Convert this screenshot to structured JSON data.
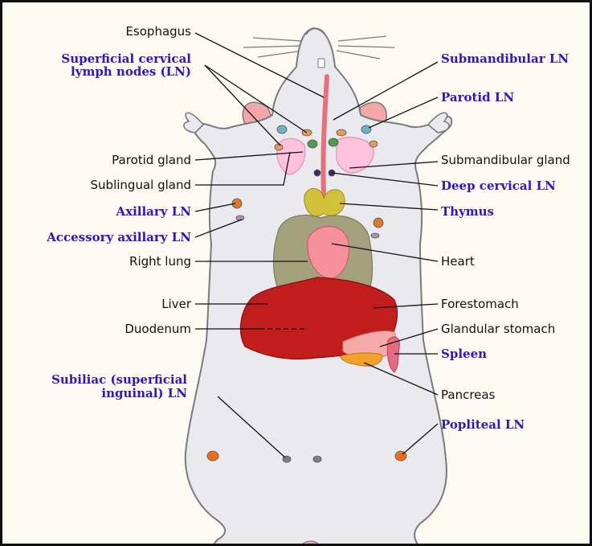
{
  "colors": {
    "background": "#fcfbf2",
    "body_fill": "#e9e9ee",
    "body_outline": "#7a7a80",
    "lymph_node_label": "#2b16c9",
    "organ_label": "#111111",
    "lung": "#a3a27d",
    "heart": "#f7909a",
    "liver": "#c21d1d",
    "stomach": "#f5a9a9",
    "spleen": "#e56a80",
    "pancreas": "#f2a12a",
    "thymus": "#d2c23a",
    "esophagus": "#e9707a",
    "glands": "#ffc2dd"
  },
  "labels": {
    "esophagus": "Esophagus",
    "superficial_cervical_ln": "Superficial cervical lymph nodes (LN)",
    "superficial_cervical_ln_line1": "Superficial cervical",
    "superficial_cervical_ln_line2": "lymph nodes (LN)",
    "submandibular_ln": "Submandibular LN",
    "parotid_ln": "Parotid LN",
    "parotid_gland": "Parotid gland",
    "submandibular_gland": "Submandibular gland",
    "sublingual_gland": "Sublingual gland",
    "deep_cervical_ln": "Deep cervical LN",
    "axillary_ln": "Axillary LN",
    "thymus": "Thymus",
    "accessory_axillary_ln": "Accessory axillary LN",
    "right_lung": "Right lung",
    "heart": "Heart",
    "liver": "Liver",
    "forestomach": "Forestomach",
    "duodenum": "Duodenum",
    "glandular_stomach": "Glandular stomach",
    "spleen": "Spleen",
    "subiliac_ln_line1": "Subiliac (superficial",
    "subiliac_ln_line2": "inguinal) LN",
    "pancreas": "Pancreas",
    "popliteal_ln": "Popliteal LN"
  }
}
